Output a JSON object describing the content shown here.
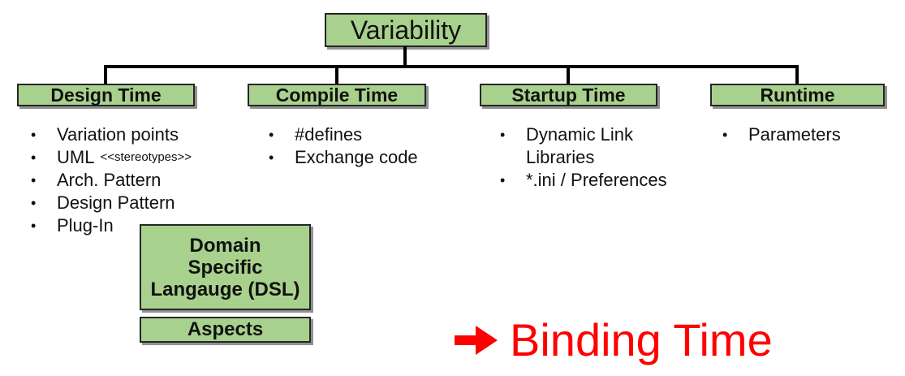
{
  "diagram": {
    "root": {
      "label": "Variability"
    },
    "bullet_glyph": "•",
    "columns": [
      {
        "header": "Design Time",
        "items": [
          {
            "text": "Variation points"
          },
          {
            "text": "UML",
            "suffix": "<<stereotypes>>"
          },
          {
            "text": "Arch. Pattern"
          },
          {
            "text": "Design Pattern"
          },
          {
            "text": "Plug-In"
          }
        ]
      },
      {
        "header": "Compile Time",
        "items": [
          {
            "text": "#defines"
          },
          {
            "text": "Exchange code"
          }
        ]
      },
      {
        "header": "Startup Time",
        "items": [
          {
            "text": "Dynamic Link Libraries"
          },
          {
            "text": "*.ini / Preferences"
          }
        ]
      },
      {
        "header": "Runtime",
        "items": [
          {
            "text": "Parameters"
          }
        ]
      }
    ],
    "aux_boxes": {
      "dsl": {
        "line1": "Domain",
        "line2": "Specific",
        "line3": "Langauge (DSL)"
      },
      "aspects": {
        "label": "Aspects"
      }
    }
  },
  "annotation": {
    "icon": "right-arrow",
    "label": "Binding Time",
    "color": "#ff0000"
  },
  "colors": {
    "box_fill": "#a9d18e",
    "box_border": "#262626",
    "box_shadow": "#919191",
    "connector": "#000000",
    "text": "#111111",
    "background": "#ffffff"
  }
}
